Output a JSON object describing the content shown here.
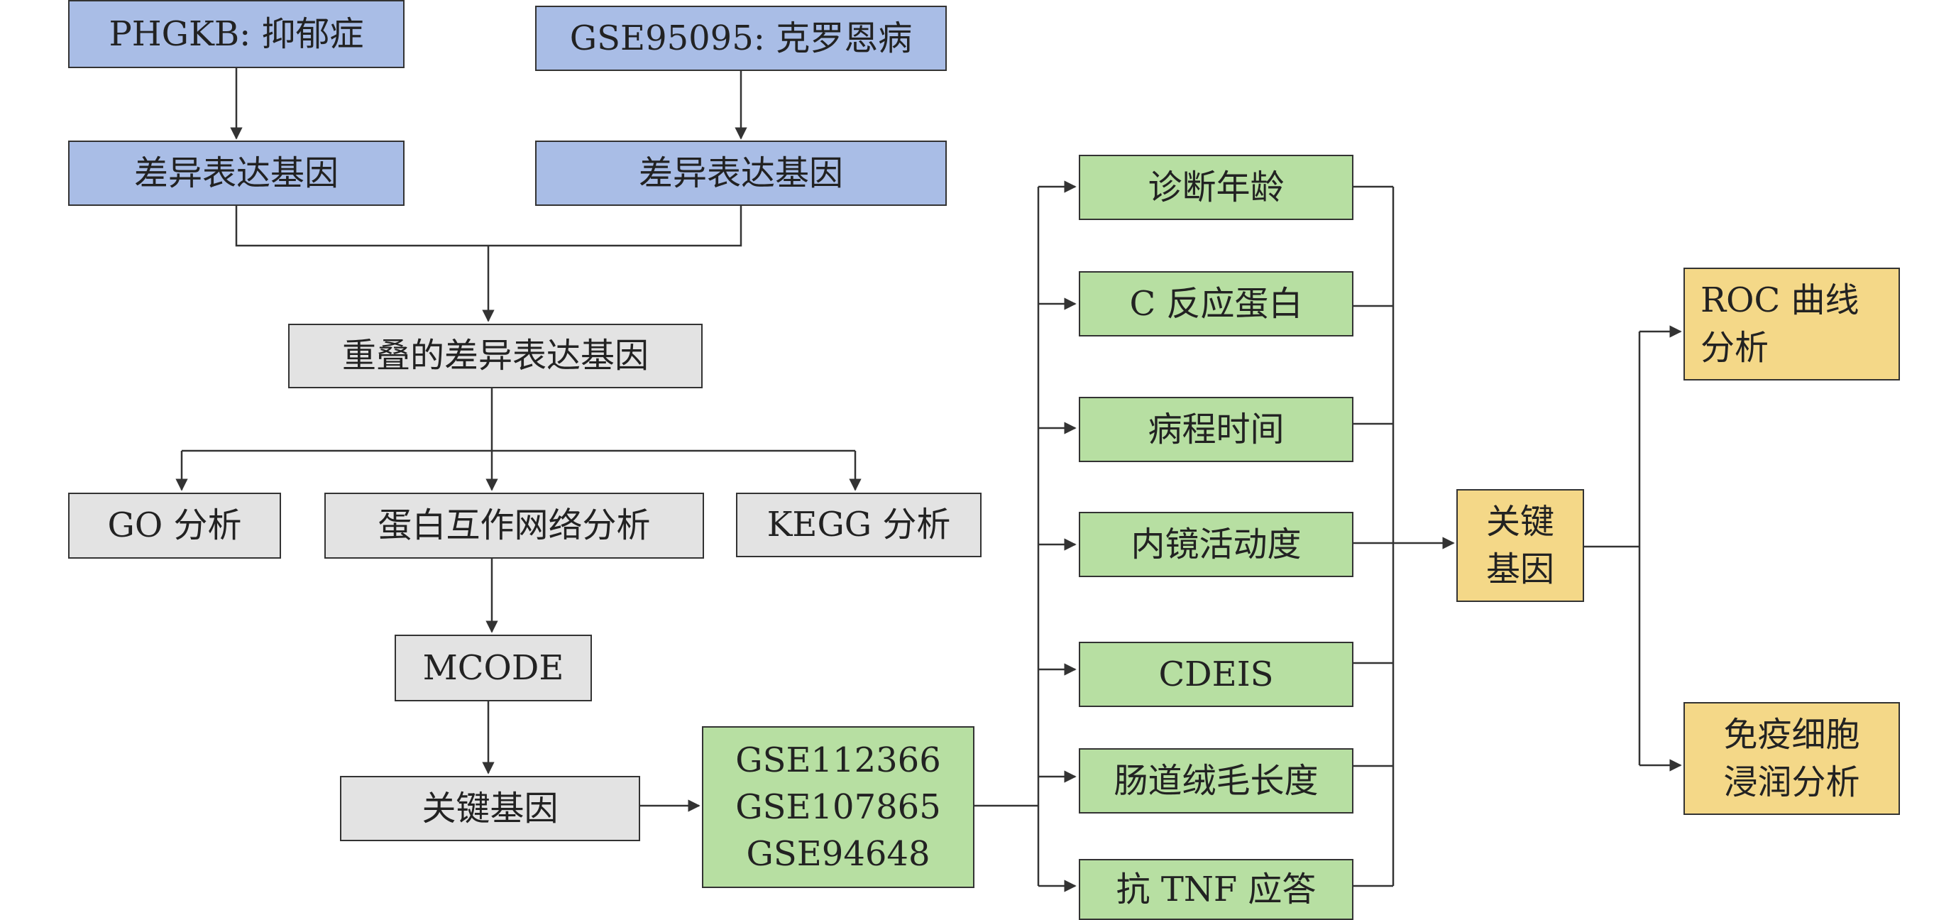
{
  "colors": {
    "blue": "#a9bde6",
    "gray": "#e3e3e3",
    "green": "#b7dfa2",
    "gold": "#f4d888",
    "line": "#333333"
  },
  "sources": {
    "phgkb": "PHGKB: 抑郁症",
    "gse95095": "GSE95095: 克罗恩病"
  },
  "deg": {
    "left": "差异表达基因",
    "right": "差异表达基因"
  },
  "overlap": "重叠的差异表达基因",
  "analyses": {
    "go": "GO 分析",
    "ppi": "蛋白互作网络分析",
    "kegg": "KEGG 分析"
  },
  "mcode": "MCODE",
  "hub_genes": "关键基因",
  "datasets": [
    "GSE112366",
    "GSE107865",
    "GSE94648"
  ],
  "clinical": [
    "诊断年龄",
    "C 反应蛋白",
    "病程时间",
    "内镜活动度",
    "CDEIS",
    "肠道绒毛长度",
    "抗 TNF 应答"
  ],
  "key_genes": [
    "关键",
    "基因"
  ],
  "outputs": {
    "roc": [
      "ROC 曲线",
      "分析"
    ],
    "immune": [
      "免疫细胞",
      "浸润分析"
    ]
  }
}
